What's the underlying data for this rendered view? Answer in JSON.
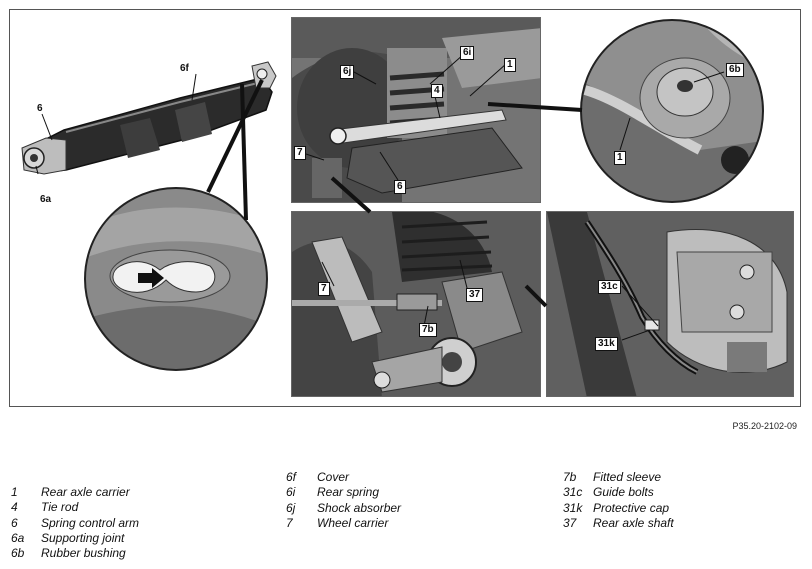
{
  "figure_code": "P35.20-2102-09",
  "callouts": {
    "arm_6": "6",
    "arm_6a": "6a",
    "arm_6f": "6f",
    "top_6i": "6i",
    "top_6j": "6j",
    "top_1": "1",
    "top_4": "4",
    "top_7": "7",
    "top_6": "6",
    "detail_6b": "6b",
    "detail_1": "1",
    "bl_7": "7",
    "bl_37": "37",
    "bl_7b": "7b",
    "br_31c": "31c",
    "br_31k": "31k"
  },
  "legend": {
    "col1": [
      {
        "key": "1",
        "text": "Rear axle carrier"
      },
      {
        "key": "4",
        "text": "Tie rod"
      },
      {
        "key": "6",
        "text": "Spring control arm"
      },
      {
        "key": "6a",
        "text": "Supporting joint"
      },
      {
        "key": "6b",
        "text": "Rubber bushing"
      }
    ],
    "col2": [
      {
        "key": "6f",
        "text": "Cover"
      },
      {
        "key": "6i",
        "text": "Rear spring"
      },
      {
        "key": "6j",
        "text": "Shock absorber"
      },
      {
        "key": "7",
        "text": "Wheel carrier"
      }
    ],
    "col3": [
      {
        "key": "7b",
        "text": "Fitted sleeve"
      },
      {
        "key": "31c",
        "text": "Guide bolts"
      },
      {
        "key": "31k",
        "text": "Protective cap"
      },
      {
        "key": "37",
        "text": "Rear axle shaft"
      }
    ]
  }
}
